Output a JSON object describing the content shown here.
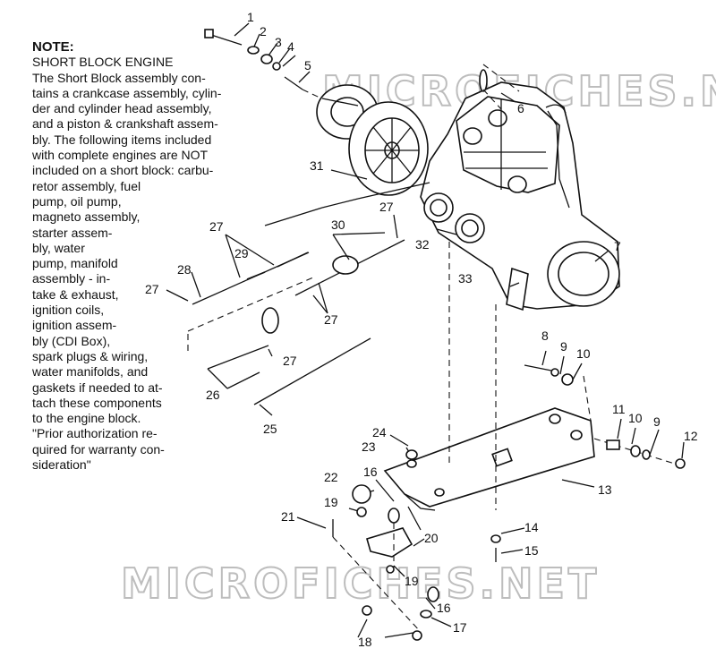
{
  "note": {
    "title": "NOTE:",
    "lines": [
      "SHORT BLOCK ENGINE",
      "The Short Block assembly con-",
      "tains a crankcase assembly, cylin-",
      "der and cylinder head assembly,",
      "and a piston & crankshaft assem-",
      "bly.  The following items included",
      "with complete engines are NOT",
      "included on a short block:  carbu-",
      "retor assembly, fuel",
      "pump, oil pump,",
      "magneto assembly,",
      "starter assem-",
      "bly, water",
      "pump, manifold",
      "assembly - in-",
      "take & exhaust,",
      "ignition coils,",
      "ignition assem-",
      "bly (CDI Box),",
      "spark plugs & wiring,",
      "water manifolds, and",
      "gaskets if needed to at-",
      "tach these components",
      "to the engine block.",
      "\"Prior authorization re-",
      "quired for warranty con-",
      "sideration\""
    ]
  },
  "callouts": [
    {
      "id": "c1",
      "label": "1"
    },
    {
      "id": "c2",
      "label": "2"
    },
    {
      "id": "c3",
      "label": "3"
    },
    {
      "id": "c4",
      "label": "4"
    },
    {
      "id": "c5",
      "label": "5"
    },
    {
      "id": "c6",
      "label": "6"
    },
    {
      "id": "c7",
      "label": "7"
    },
    {
      "id": "c8",
      "label": "8"
    },
    {
      "id": "c9a",
      "label": "9"
    },
    {
      "id": "c10a",
      "label": "10"
    },
    {
      "id": "c11",
      "label": "11"
    },
    {
      "id": "c10b",
      "label": "10"
    },
    {
      "id": "c9b",
      "label": "9"
    },
    {
      "id": "c12",
      "label": "12"
    },
    {
      "id": "c13",
      "label": "13"
    },
    {
      "id": "c14",
      "label": "14"
    },
    {
      "id": "c15",
      "label": "15"
    },
    {
      "id": "c16a",
      "label": "16"
    },
    {
      "id": "c16b",
      "label": "16"
    },
    {
      "id": "c17",
      "label": "17"
    },
    {
      "id": "c18",
      "label": "18"
    },
    {
      "id": "c19a",
      "label": "19"
    },
    {
      "id": "c19b",
      "label": "19"
    },
    {
      "id": "c20",
      "label": "20"
    },
    {
      "id": "c21",
      "label": "21"
    },
    {
      "id": "c22",
      "label": "22"
    },
    {
      "id": "c23",
      "label": "23"
    },
    {
      "id": "c24",
      "label": "24"
    },
    {
      "id": "c25",
      "label": "25"
    },
    {
      "id": "c26",
      "label": "26"
    },
    {
      "id": "c27a",
      "label": "27"
    },
    {
      "id": "c27b",
      "label": "27"
    },
    {
      "id": "c27c",
      "label": "27"
    },
    {
      "id": "c27d",
      "label": "27"
    },
    {
      "id": "c27e",
      "label": "27"
    },
    {
      "id": "c28",
      "label": "28"
    },
    {
      "id": "c29",
      "label": "29"
    },
    {
      "id": "c30",
      "label": "30"
    },
    {
      "id": "c31",
      "label": "31"
    },
    {
      "id": "c32",
      "label": "32"
    },
    {
      "id": "c33",
      "label": "33"
    }
  ],
  "watermarks": [
    "MICROFICHES.NET",
    "MICROFICHES.NET"
  ]
}
